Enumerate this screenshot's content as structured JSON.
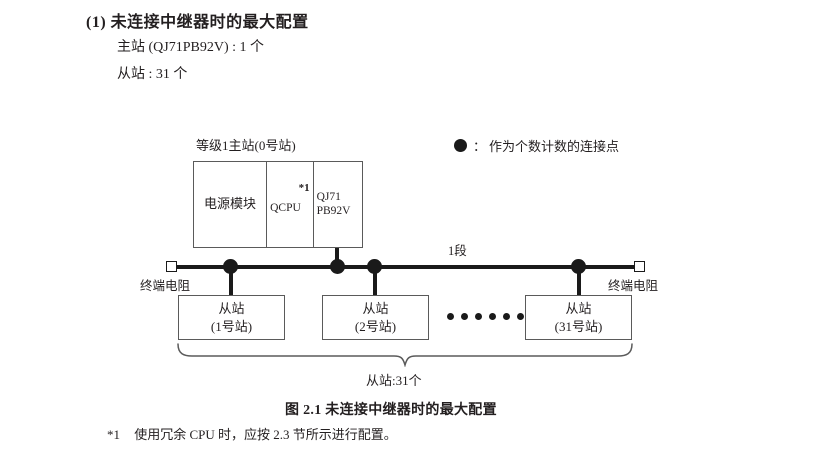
{
  "heading": {
    "number_and_title": "(1) 未连接中继器时的最大配置",
    "spec_master": "主站 (QJ71PB92V) : 1 个",
    "spec_slave": "从站 : 31 个"
  },
  "legend": {
    "symbol": "filled-circle",
    "colon": "：",
    "text": "作为个数计数的连接点"
  },
  "diagram": {
    "master": {
      "caption": "等级1主站(0号站)",
      "cells": [
        {
          "label": "电源模块",
          "footnote_mark": ""
        },
        {
          "label": "QCPU",
          "footnote_mark": "*1"
        },
        {
          "label": "QJ71\nPB92V",
          "footnote_mark": ""
        }
      ]
    },
    "bus": {
      "segment_label": "1段",
      "terminator_left_label": "终端电阻",
      "terminator_right_label": "终端电阻",
      "node_count": 4
    },
    "slaves": [
      {
        "title": "从站",
        "station": "(1号站)"
      },
      {
        "title": "从站",
        "station": "(2号站)"
      },
      {
        "title": "从站",
        "station": "(31号站)"
      }
    ],
    "ellipsis_dot_count": 6,
    "brace_label": "从站:31个"
  },
  "figure": {
    "caption": "图 2.1  未连接中继器时的最大配置"
  },
  "footnote": {
    "mark": "*1",
    "text": "使用冗余 CPU 时，应按 2.3 节所示进行配置。"
  },
  "colors": {
    "ink": "#231f20",
    "line": "#1a1a1a",
    "box_border": "#5a5a5a",
    "page": "#ffffff"
  }
}
